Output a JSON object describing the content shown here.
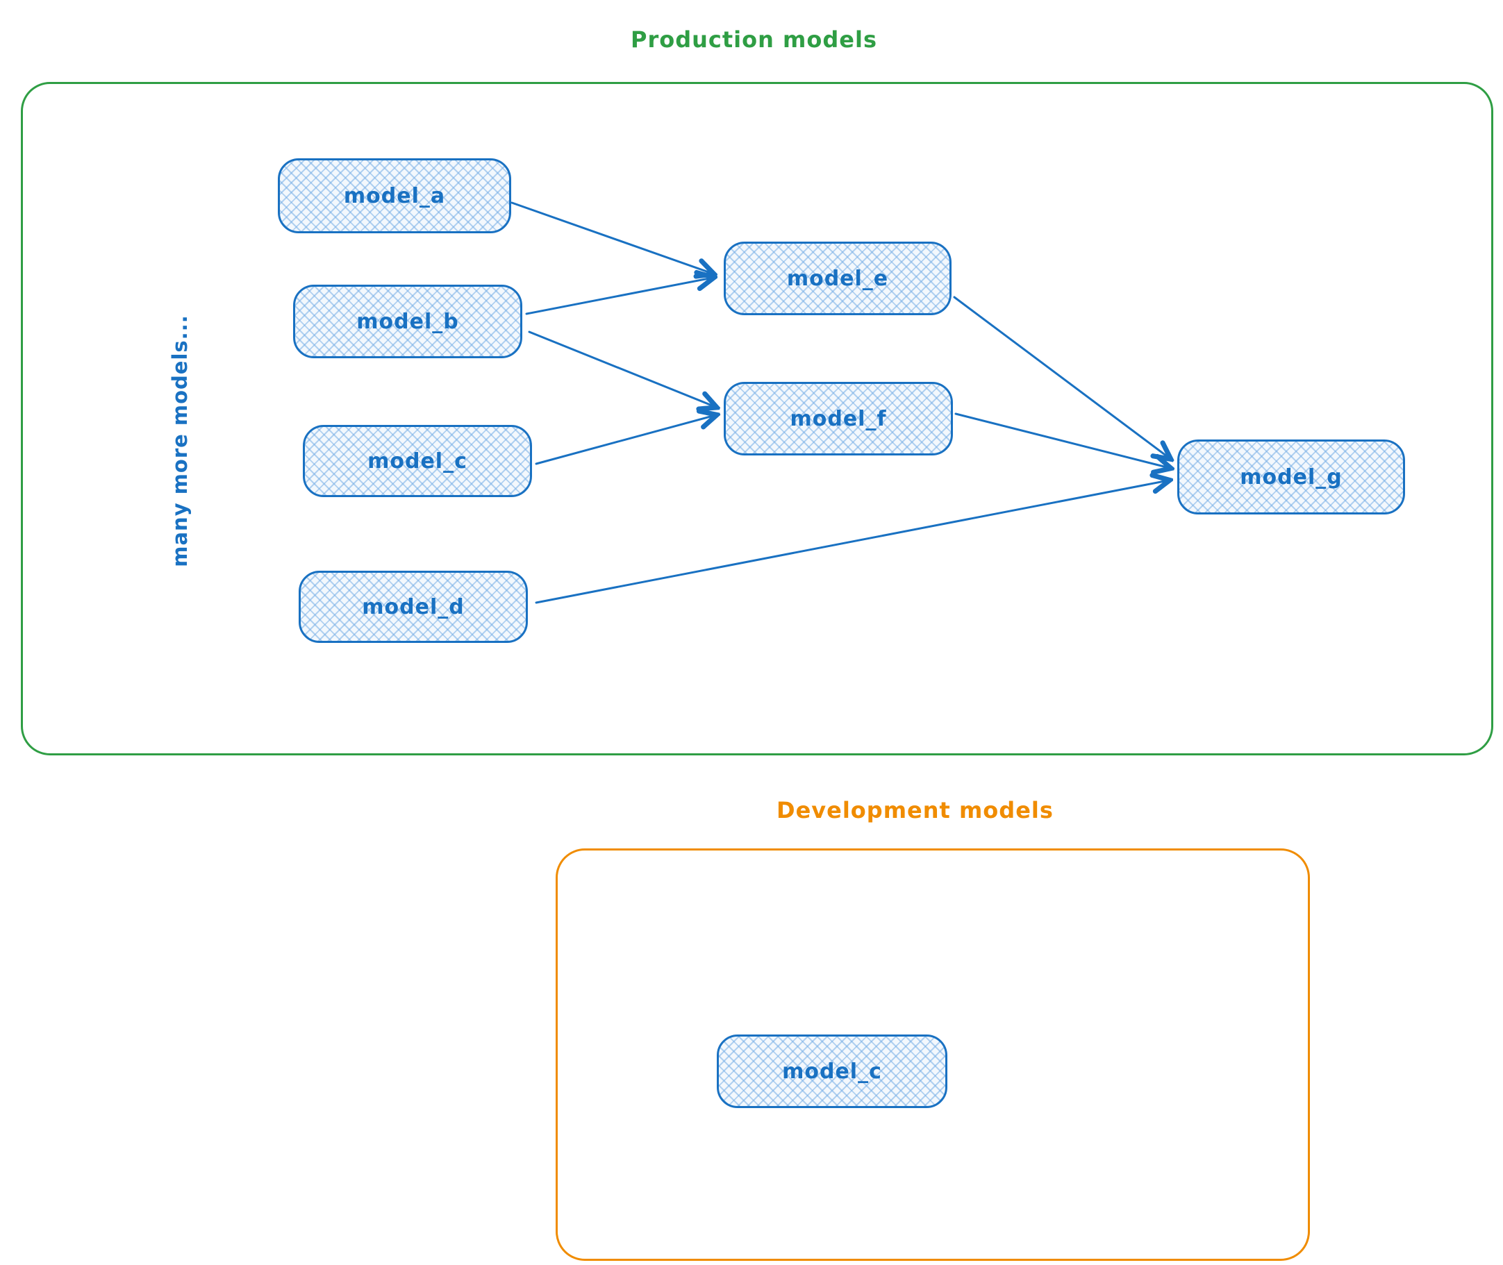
{
  "diagram": {
    "production": {
      "title": "Production models",
      "note": "many more models...",
      "nodes": [
        {
          "id": "model_a",
          "label": "model_a"
        },
        {
          "id": "model_b",
          "label": "model_b"
        },
        {
          "id": "model_c",
          "label": "model_c"
        },
        {
          "id": "model_d",
          "label": "model_d"
        },
        {
          "id": "model_e",
          "label": "model_e"
        },
        {
          "id": "model_f",
          "label": "model_f"
        },
        {
          "id": "model_g",
          "label": "model_g"
        }
      ],
      "edges": [
        {
          "from": "model_a",
          "to": "model_e"
        },
        {
          "from": "model_b",
          "to": "model_e"
        },
        {
          "from": "model_b",
          "to": "model_f"
        },
        {
          "from": "model_c",
          "to": "model_f"
        },
        {
          "from": "model_d",
          "to": "model_g"
        },
        {
          "from": "model_e",
          "to": "model_g"
        },
        {
          "from": "model_f",
          "to": "model_g"
        }
      ]
    },
    "development": {
      "title": "Development models",
      "nodes": [
        {
          "id": "model_c_dev",
          "label": "model_c"
        }
      ]
    },
    "colors": {
      "production_border": "#2f9e44",
      "development_border": "#f08c00",
      "node_border": "#1971c2",
      "node_fill_base": "#f3f8fd",
      "node_text": "#1971c2"
    }
  }
}
